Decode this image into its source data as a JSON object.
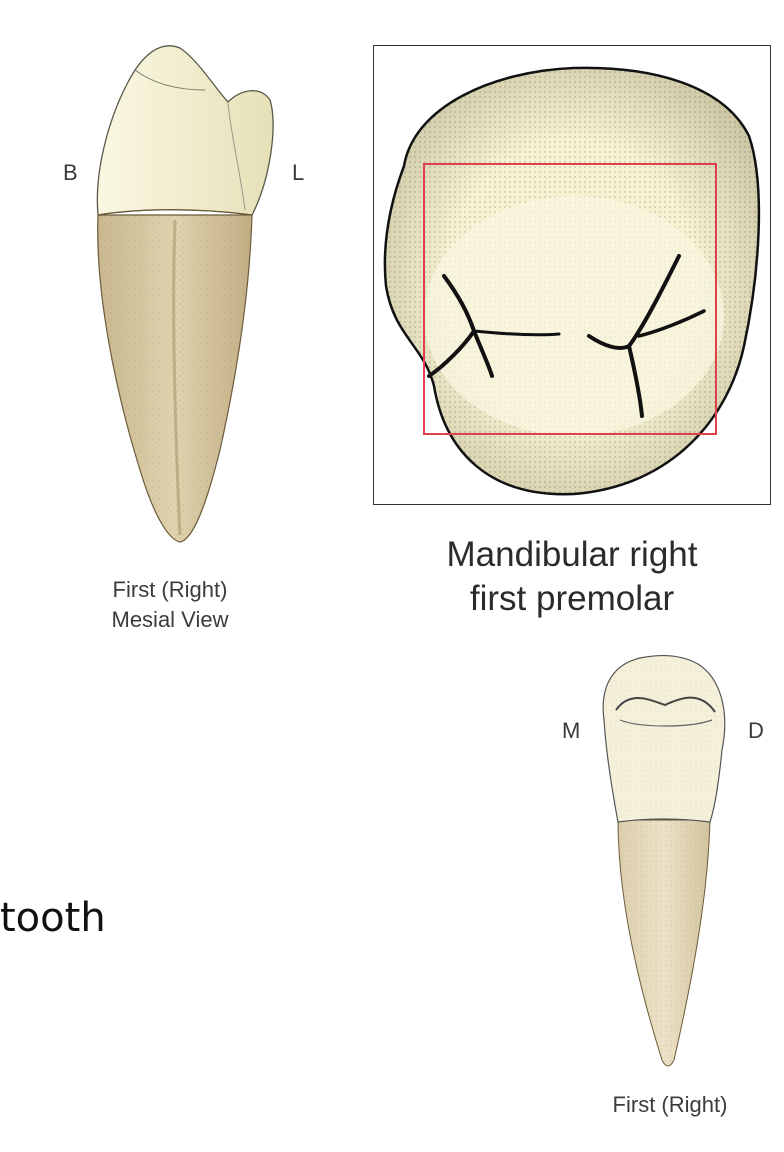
{
  "mesial_view": {
    "label_left": "B",
    "label_right": "L",
    "caption_line1": "First (Right)",
    "caption_line2": "Mesial View"
  },
  "occlusal_view": {
    "title_line1": "Mandibular right",
    "title_line2": "first premolar",
    "highlight_color": "#e0404a"
  },
  "proximal_view": {
    "label_left": "M",
    "label_right": "D",
    "caption": "First (Right)"
  },
  "slide_text": "tooth",
  "colors": {
    "crown": "#f3eec8",
    "root": "#d8c9a3",
    "outline": "#2a2a2a"
  }
}
